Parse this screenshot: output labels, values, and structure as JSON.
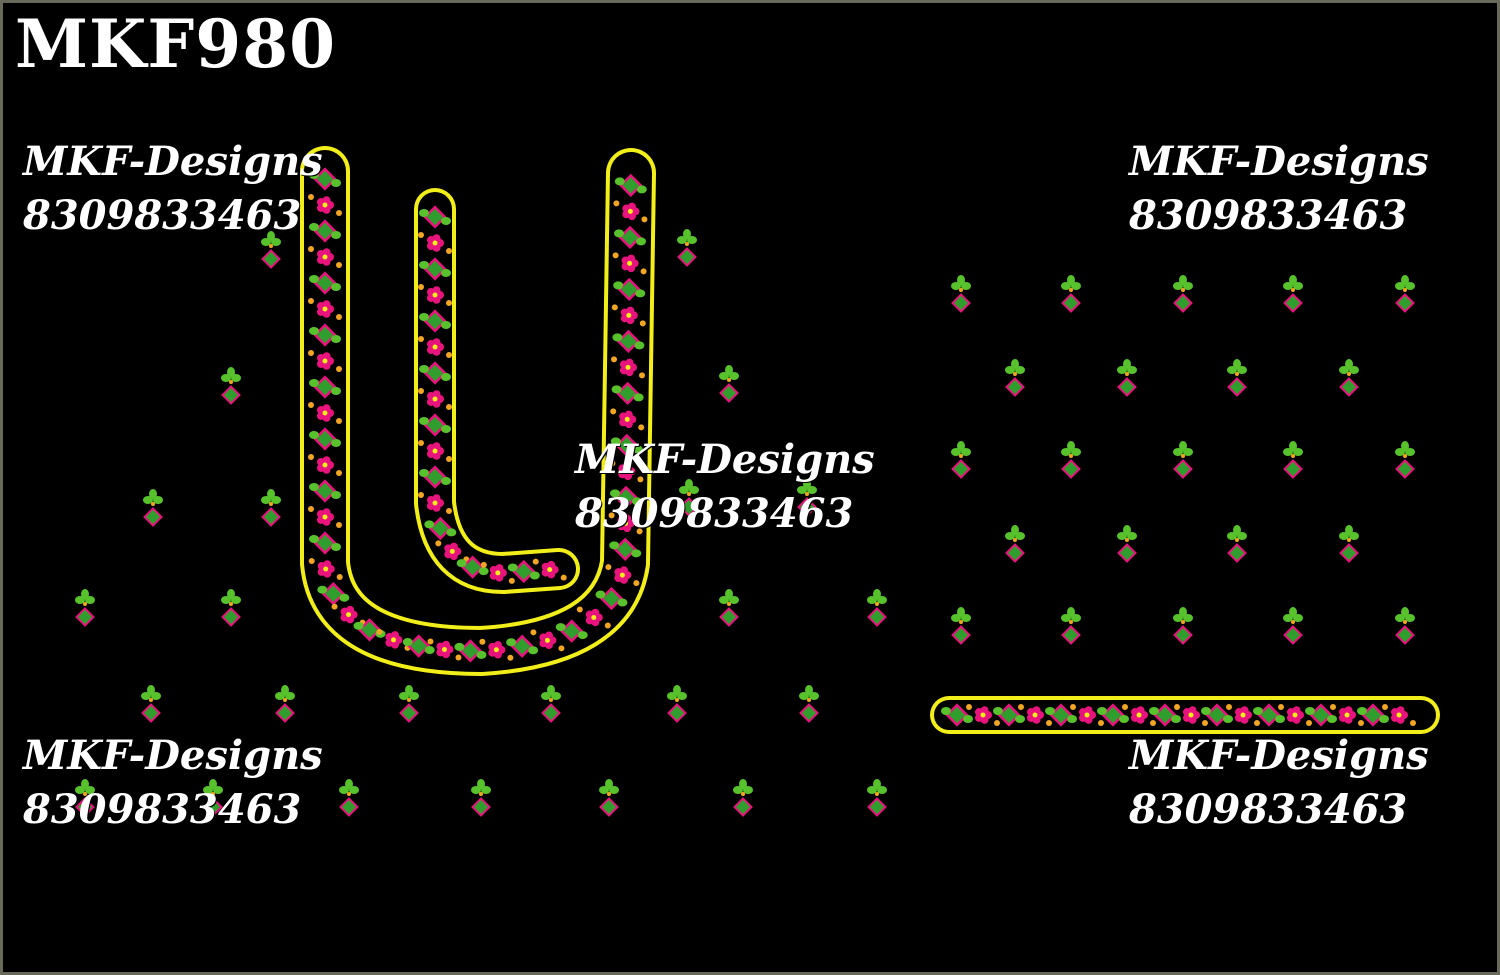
{
  "design_code": "MKF980",
  "watermarks": [
    {
      "brand": "MKF-Designs",
      "phone": "8309833463"
    },
    {
      "brand": "MKF-Designs",
      "phone": "8309833463"
    },
    {
      "brand": "MKF-Designs",
      "phone": "8309833463"
    },
    {
      "brand": "MKF-Designs",
      "phone": "8309833463"
    },
    {
      "brand": "MKF-Designs",
      "phone": "8309833463"
    }
  ],
  "colors": {
    "background": "#000000",
    "border_yellow": "#f2ee1a",
    "leaf_green": "#57c22b",
    "petal_pink": "#e8137c",
    "bead_orange": "#f2a622",
    "diamond_green": "#2f9e2c"
  }
}
